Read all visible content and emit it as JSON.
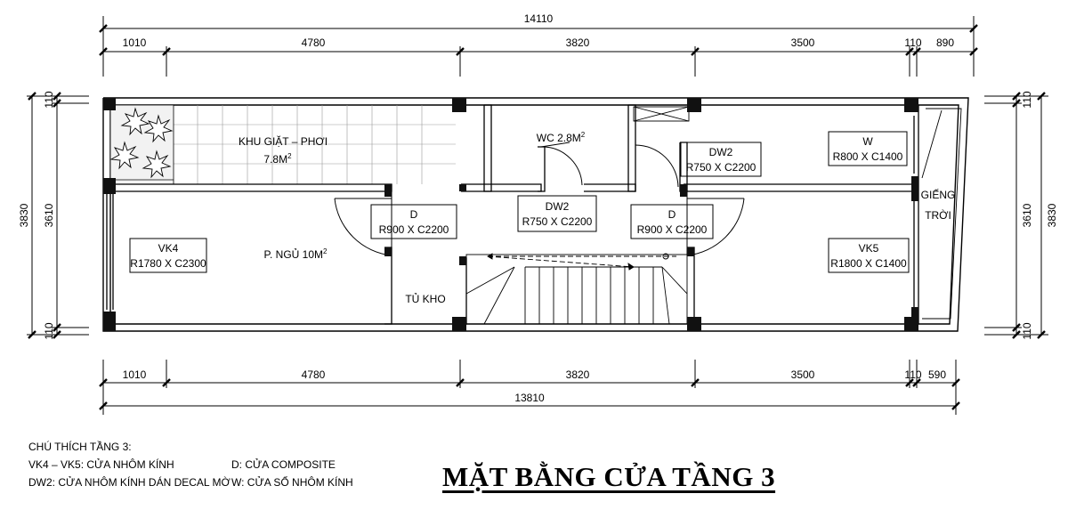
{
  "title": "MẶT BẰNG CỬA TẦNG 3",
  "dims": {
    "top_total": "14110",
    "top_segments": [
      "1010",
      "4780",
      "3820",
      "3500",
      "110",
      "890"
    ],
    "bottom_segments": [
      "1010",
      "4780",
      "3820",
      "3500",
      "110",
      "590"
    ],
    "bottom_total": "13810",
    "left_outer": "3830",
    "left_inner": "3610",
    "left_top": "110",
    "left_bottom": "110",
    "right_outer": "3830",
    "right_inner": "3610",
    "right_top": "110",
    "right_bottom": "110"
  },
  "rooms": {
    "laundry_l1": "KHU GIẶT – PHƠI",
    "laundry_l2": "7.8M",
    "laundry_sup": "2",
    "wc": "WC 2.8M",
    "wc_sup": "2",
    "bedroom": "P. NGỦ 10M",
    "bedroom_sup": "2",
    "storage": "TỦ KHO",
    "lightwell_l1": "GIẾNG",
    "lightwell_l2": "TRỜI"
  },
  "tags": {
    "vk4_name": "VK4",
    "vk4_size": "R1780 X C2300",
    "d1_name": "D",
    "d1_size": "R900 X C2200",
    "dw2a_name": "DW2",
    "dw2a_size": "R750 X C2200",
    "d2_name": "D",
    "d2_size": "R900 X C2200",
    "dw2b_name": "DW2",
    "dw2b_size": "R750 X C2200",
    "w_name": "W",
    "w_size": "R800 X C1400",
    "vk5_name": "VK5",
    "vk5_size": "R1800 X C1400"
  },
  "legend": {
    "heading": "CHÚ THÍCH TẦNG 3:",
    "row1": "VK4 – VK5: CỬA NHÔM KÍNH",
    "row2": "DW2: CỬA NHÔM KÍNH DÁN DECAL MỜ",
    "row3": "D: CỬA COMPOSITE",
    "row4": "W: CỬA SỔ NHÔM KÍNH"
  }
}
